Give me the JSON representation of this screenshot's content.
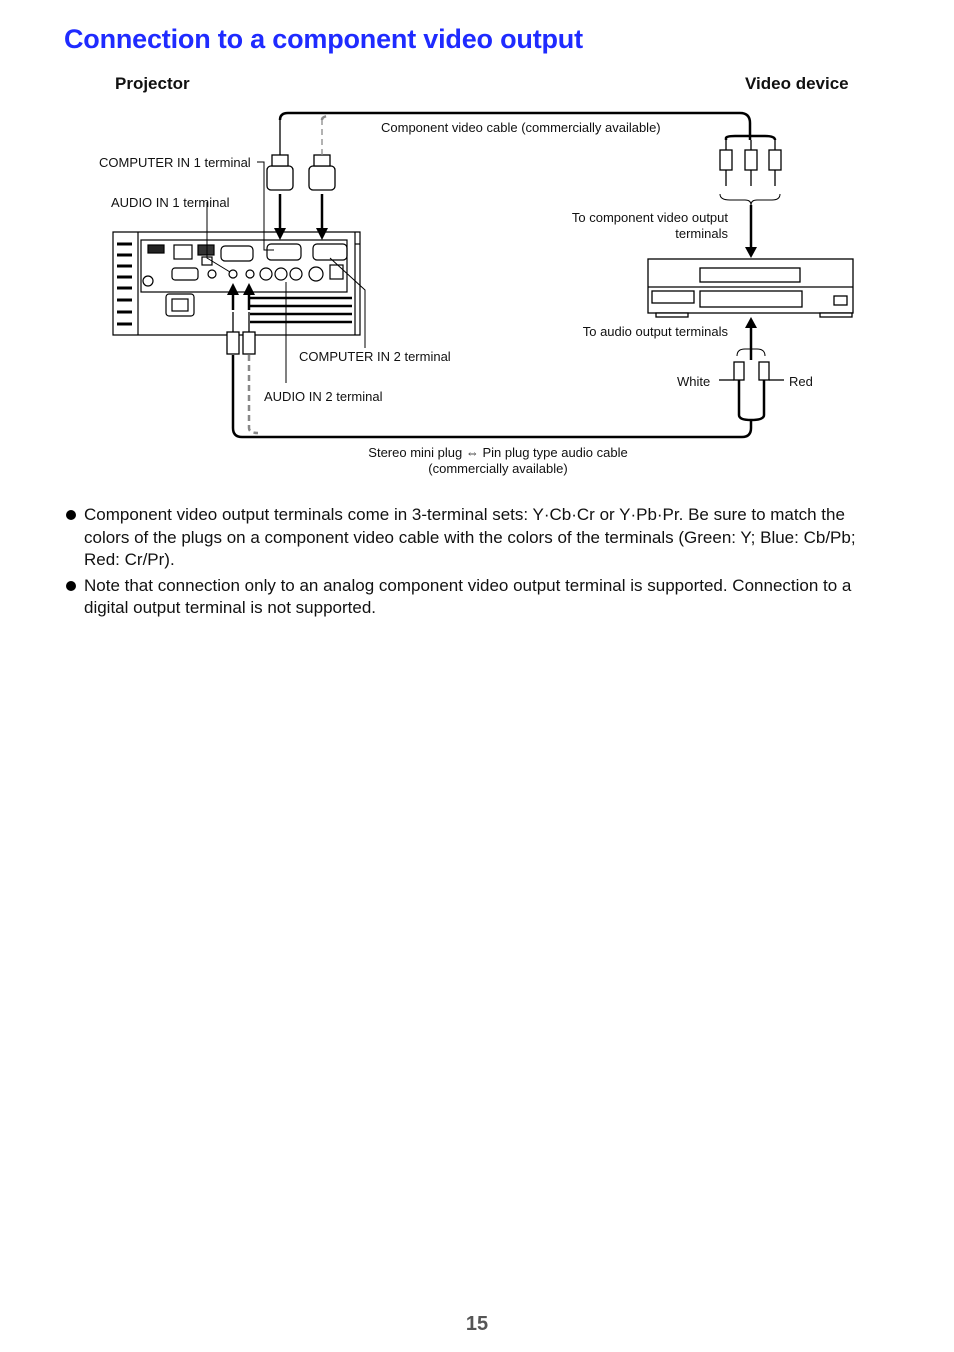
{
  "page": {
    "title": "Connection to a component video output",
    "page_number": "15"
  },
  "diagram": {
    "heading_left": "Projector",
    "heading_right": "Video device",
    "labels": {
      "component_cable": "Component video cable (commercially available)",
      "computer_in_1": "COMPUTER IN 1 terminal",
      "audio_in_1": "AUDIO IN 1 terminal",
      "to_component_output_line1": "To component video output",
      "to_component_output_line2": "terminals",
      "to_audio_output": "To audio output terminals",
      "computer_in_2": "COMPUTER IN 2 terminal",
      "audio_in_2": "AUDIO IN 2 terminal",
      "white": "White",
      "red": "Red",
      "stereo_cable_line1": "Stereo mini plug ⇔ Pin plug type audio cable",
      "stereo_cable_line2": "(commercially available)"
    }
  },
  "bullets": [
    "Component video output terminals come in 3-terminal sets: Y·Cb·Cr or Y·Pb·Pr. Be sure to match the colors of the plugs on a component video cable with the colors of the terminals (Green: Y; Blue: Cb/Pb; Red: Cr/Pr).",
    "Note that connection only to an analog component video output terminal is supported. Connection to a digital output terminal is not supported."
  ]
}
